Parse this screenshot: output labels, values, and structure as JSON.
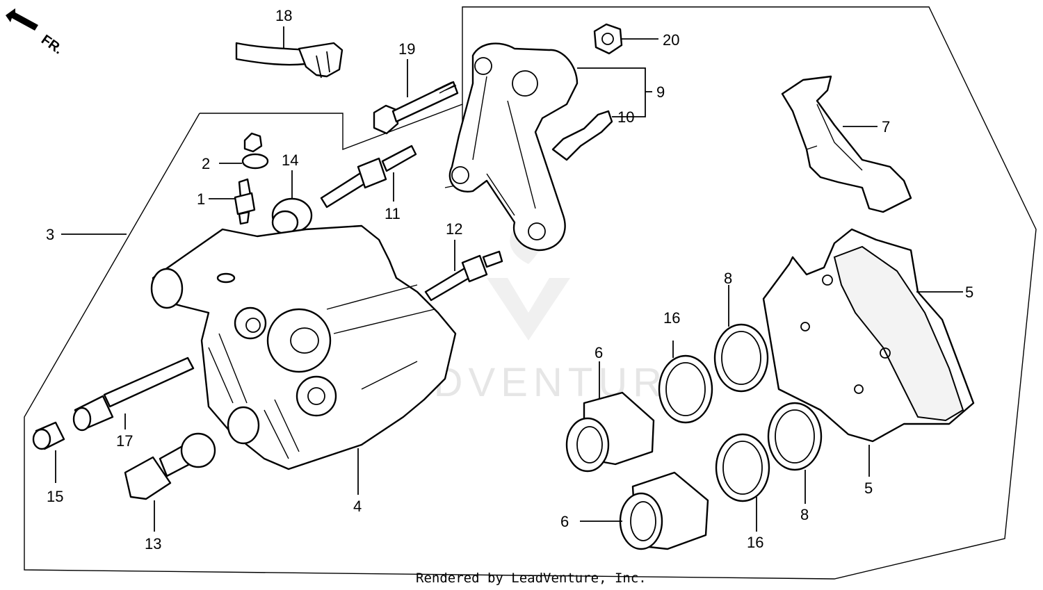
{
  "direction_label": "FR.",
  "watermark": "LEADVENTURE",
  "credit": "Rendered by LeadVenture, Inc.",
  "callouts": {
    "c1": "1",
    "c2": "2",
    "c3": "3",
    "c4": "4",
    "c5a": "5",
    "c5b": "5",
    "c6a": "6",
    "c6b": "6",
    "c7": "7",
    "c8a": "8",
    "c8b": "8",
    "c9": "9",
    "c10": "10",
    "c11": "11",
    "c12": "12",
    "c13": "13",
    "c14": "14",
    "c15": "15",
    "c16a": "16",
    "c16b": "16",
    "c17": "17",
    "c18": "18",
    "c19": "19",
    "c20": "20"
  }
}
